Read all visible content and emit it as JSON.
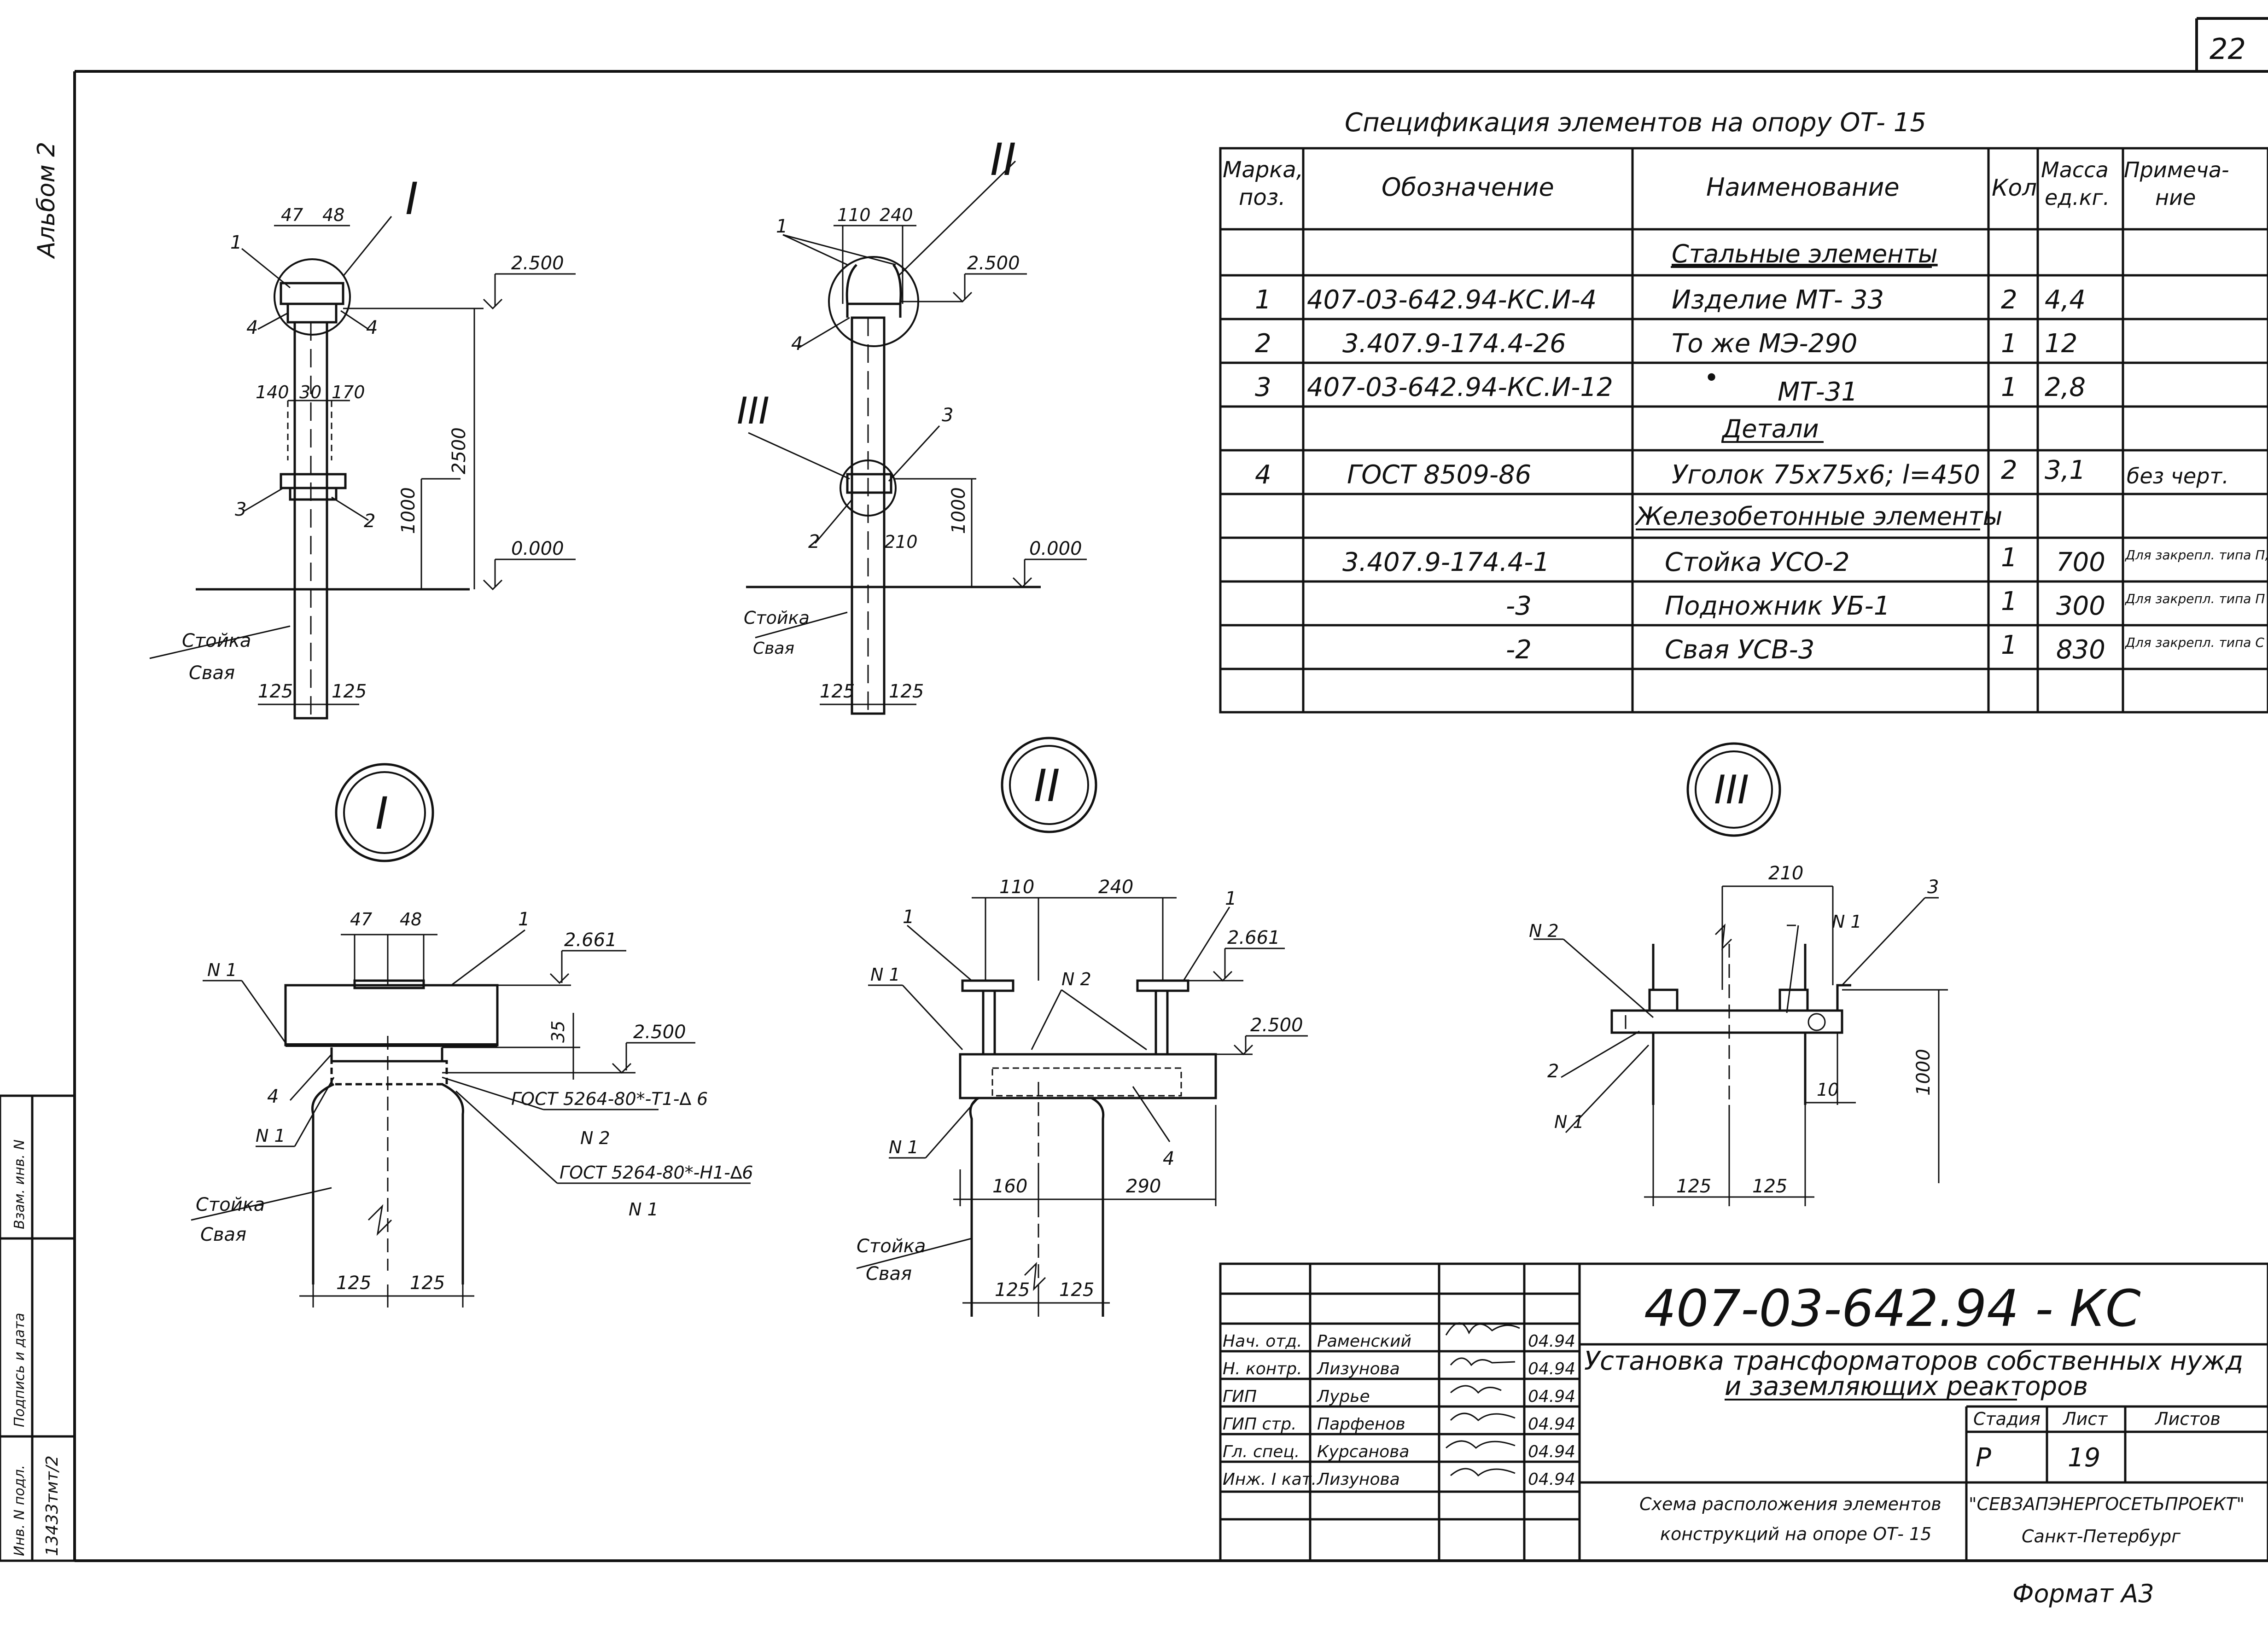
{
  "sheet": {
    "number": "22",
    "album": "Альбом 2",
    "format": "Формат А3",
    "inventory_labels": [
      "Взам. инв. N",
      "Подпись и дата",
      "Инв. N подл."
    ],
    "inventory_number": "13433тмт/2"
  },
  "spec": {
    "title": "Спецификация элементов на опору ОТ- 15",
    "headers": [
      "Марка, поз.",
      "Обозначение",
      "Наименование",
      "Кол",
      "Масса ед.кг.",
      "Примеча- ние"
    ],
    "sections": {
      "steel": "Стальные элементы",
      "details": "Детали",
      "concrete": "Железобетонные элементы"
    },
    "rows": [
      {
        "pos": "1",
        "code": "407-03-642.94-КС.И-4",
        "name": "Изделие МТ- 33",
        "qty": "2",
        "mass": "4,4",
        "note": ""
      },
      {
        "pos": "2",
        "code": "3.407.9-174.4-26",
        "name": "То же МЭ-290",
        "qty": "1",
        "mass": "12",
        "note": ""
      },
      {
        "pos": "3",
        "code": "407-03-642.94-КС.И-12",
        "name": "МТ-31",
        "qty": "1",
        "mass": "2,8",
        "note": ""
      },
      {
        "pos": "4",
        "code": "ГОСТ 8509-86",
        "name": "Уголок 75x75x6; l=450",
        "qty": "2",
        "mass": "3,1",
        "note": "без черт."
      },
      {
        "pos": "",
        "code": "3.407.9-174.4-1",
        "name": "Стойка УСО-2",
        "qty": "1",
        "mass": "700",
        "note": "Для закрепл. типа П,К"
      },
      {
        "pos": "",
        "code": "-3",
        "name": "Подножник УБ-1",
        "qty": "1",
        "mass": "300",
        "note": "Для закрепл. типа П"
      },
      {
        "pos": "",
        "code": "-2",
        "name": "Свая УСВ-3",
        "qty": "1",
        "mass": "830",
        "note": "Для закрепл. типа С"
      }
    ]
  },
  "views": {
    "roman1": "I",
    "roman2": "II",
    "roman3": "III",
    "v1": {
      "d47": "47",
      "d48": "48",
      "d140": "140",
      "d30": "30",
      "d170": "170",
      "lvl2500": "2.500",
      "lvl0": "0.000",
      "h2500": "2500",
      "h1000": "1000",
      "b125a": "125",
      "b125b": "125",
      "post": "Стойка",
      "pile": "Свая",
      "c1": "1",
      "c2": "2",
      "c3": "3",
      "c4a": "4",
      "c4b": "4"
    },
    "v2": {
      "d110": "110",
      "d240": "240",
      "d210": "210",
      "lvl2500": "2.500",
      "lvl0": "0.000",
      "h1000": "1000",
      "b125a": "125",
      "b125b": "125",
      "post": "Стойка",
      "pile": "Свая",
      "c1": "1",
      "c2": "2",
      "c3": "3",
      "c4": "4"
    },
    "d1": {
      "d47": "47",
      "d48": "48",
      "lvl2661": "2.661",
      "lvl2500": "2.500",
      "d35": "35",
      "n1a": "N 1",
      "n1b": "N 1",
      "n2": "N 2",
      "n1c": "N 1",
      "gost1": "ГОСТ 5264-80*-Т1-∆ 6",
      "gost2": "ГОСТ 5264-80*-Н1-∆6",
      "c1": "1",
      "c4": "4",
      "post": "Стойка",
      "pile": "Свая",
      "b125a": "125",
      "b125b": "125"
    },
    "d2": {
      "d110": "110",
      "d240": "240",
      "lvl2661": "2.661",
      "lvl2500": "2.500",
      "n1a": "N 1",
      "n2": "N 2",
      "n1b": "N 1",
      "d160": "160",
      "d290": "290",
      "c1a": "1",
      "c1b": "1",
      "c4": "4",
      "post": "Стойка",
      "pile": "Свая",
      "b125a": "125",
      "b125b": "125"
    },
    "d3": {
      "d210": "210",
      "n2": "N 2",
      "n1a": "N 1",
      "n1b": "N 1",
      "c2": "2",
      "c3": "3",
      "h1000": "1000",
      "d10": "10",
      "b125a": "125",
      "b125b": "125"
    }
  },
  "stamp": {
    "code": "407-03-642.94 - КС",
    "title1": "Установка трансформаторов собственных нужд",
    "title2": "и заземляющих реакторов",
    "roles": [
      {
        "role": "Нач. отд.",
        "name": "Раменский",
        "date": "04.94"
      },
      {
        "role": "Н. контр.",
        "name": "Лизунова",
        "date": "04.94"
      },
      {
        "role": "ГИП",
        "name": "Лурье",
        "date": "04.94"
      },
      {
        "role": "ГИП стр.",
        "name": "Парфенов",
        "date": "04.94"
      },
      {
        "role": "Гл. спец.",
        "name": "Курсанова",
        "date": "04.94"
      },
      {
        "role": "Инж. I кат.",
        "name": "Лизунова",
        "date": "04.94"
      }
    ],
    "stage_label": "Стадия",
    "sheet_label": "Лист",
    "sheets_label": "Листов",
    "stage": "Р",
    "sheet": "19",
    "desc1": "Схема расположения элементов",
    "desc2": "конструкций на опоре ОТ- 15",
    "org": "\"СЕВЗАПЭНЕРГОСЕТЬПРОЕКТ\"",
    "city": "Санкт-Петербург"
  }
}
